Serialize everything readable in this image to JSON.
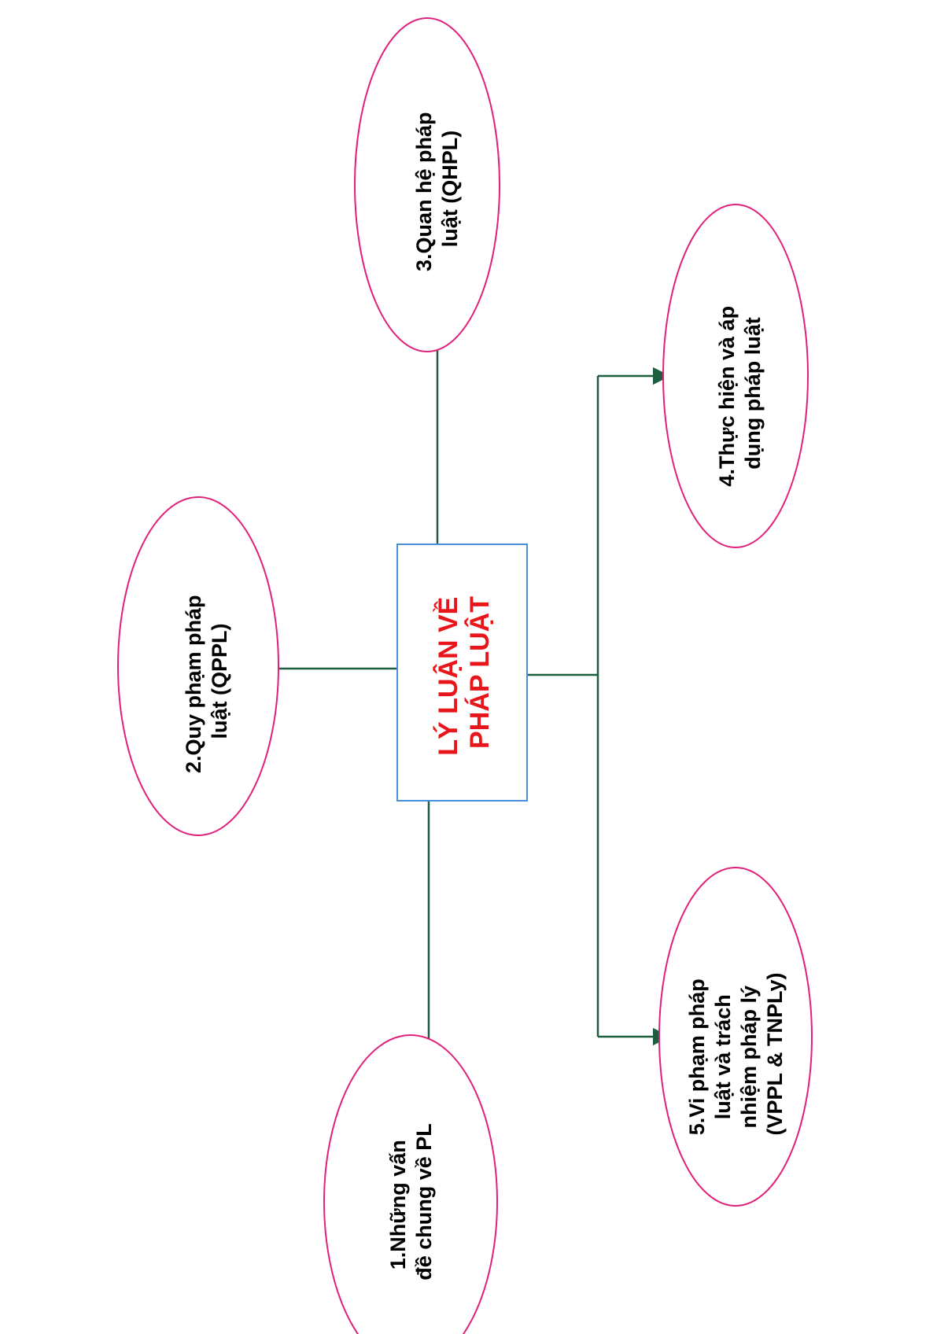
{
  "center": {
    "line1": "LÝ LUẬN VỀ",
    "line2": "PHÁP LUẬT"
  },
  "nodes": [
    {
      "id": "n1",
      "lines": [
        "1.Những vấn",
        "đề chung về PL"
      ]
    },
    {
      "id": "n2",
      "lines": [
        "2.Quy phạm pháp",
        "luật (QPPL)"
      ]
    },
    {
      "id": "n3",
      "lines": [
        "3.Quan hệ pháp",
        "luật (QHPL)"
      ]
    },
    {
      "id": "n4",
      "lines": [
        "4.Thực hiện và áp",
        "dụng pháp luật"
      ]
    },
    {
      "id": "n5",
      "lines": [
        "5.Vi phạm pháp",
        "luật và trách",
        "nhiệm pháp lý",
        "(VPPL & TNPLy)"
      ]
    }
  ],
  "colors": {
    "center_text": "#e8161b",
    "center_border": "#4a90d9",
    "ellipse_border": "#e0217a",
    "connector": "#1d5e3f"
  }
}
